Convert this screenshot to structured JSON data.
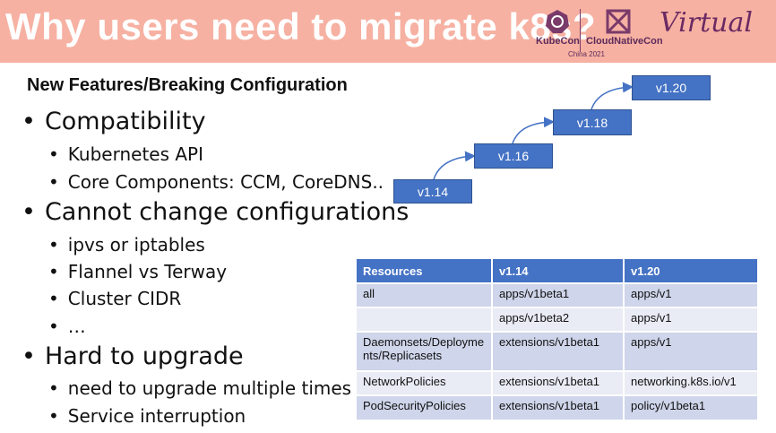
{
  "header": {
    "title": "Why users need to migrate k8s?"
  },
  "brand": {
    "kubecon": "KubeCon",
    "cloudnativecon": "CloudNativeCon",
    "region": "China 2021",
    "virtual": "Virtual",
    "logo_color": "#5c2a5a"
  },
  "slide": {
    "subtitle": "New Features/Breaking Configuration",
    "bullets": {
      "compatibility": "Compatibility",
      "k8s_api": "Kubernetes API",
      "core_components": "Core Components: CCM, CoreDNS..",
      "cannot_change": "Cannot change configurations",
      "ipvs": "ipvs or iptables",
      "flannel": "Flannel vs Terway",
      "cidr": "Cluster CIDR",
      "ellipsis": "…",
      "hard_upgrade": "Hard to upgrade",
      "multiple_times": "need to upgrade multiple times",
      "interruption": "Service interruption"
    },
    "versions": [
      "v1.14",
      "v1.16",
      "v1.18",
      "v1.20"
    ],
    "accent_color": "#4472c4"
  },
  "table": {
    "headers": [
      "Resources",
      "v1.14",
      "v1.20"
    ],
    "rows": [
      [
        "all",
        "apps/v1beta1",
        "apps/v1"
      ],
      [
        "",
        "apps/v1beta2",
        "apps/v1"
      ],
      [
        "Daemonsets/Deployments/Replicasets",
        "extensions/v1beta1",
        "apps/v1"
      ],
      [
        "NetworkPolicies",
        "extensions/v1beta1",
        "networking.k8s.io/v1"
      ],
      [
        "PodSecurityPolicies",
        "extensions/v1beta1",
        "policy/v1beta1"
      ]
    ]
  }
}
